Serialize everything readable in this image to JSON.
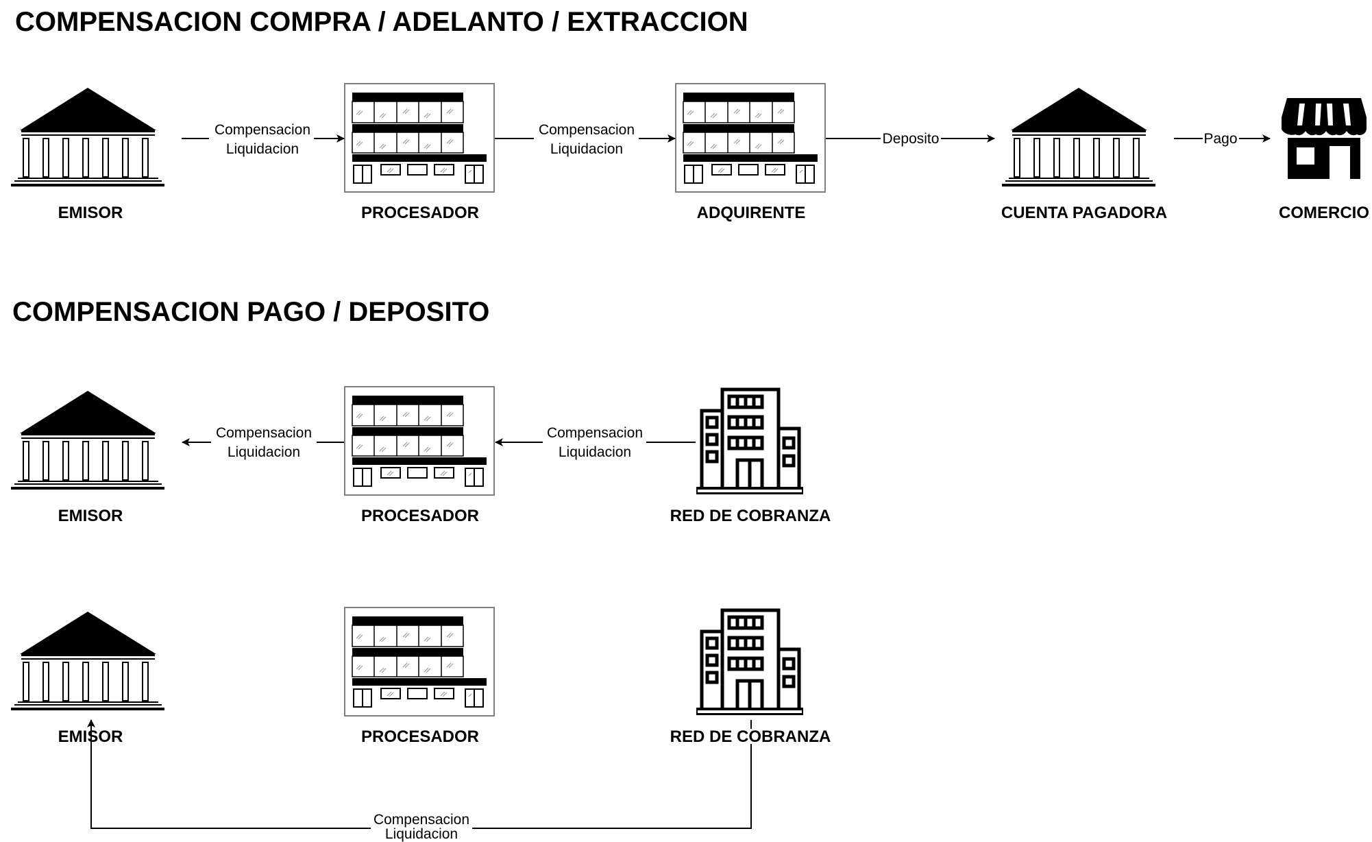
{
  "sections": {
    "top": {
      "title": "COMPENSACION COMPRA / ADELANTO / EXTRACCION"
    },
    "middle": {
      "title": "COMPENSACION PAGO / DEPOSITO"
    }
  },
  "nodes": {
    "r1_emisor": {
      "label": "EMISOR",
      "icon": "bank-icon"
    },
    "r1_procesador": {
      "label": "PROCESADOR",
      "icon": "office-building-icon"
    },
    "r1_adquirente": {
      "label": "ADQUIRENTE",
      "icon": "office-building-icon"
    },
    "r1_cuenta_pagadora": {
      "label": "CUENTA PAGADORA",
      "icon": "bank-icon"
    },
    "r1_comercio": {
      "label": "COMERCIO",
      "icon": "store-icon"
    },
    "r2_emisor": {
      "label": "EMISOR",
      "icon": "bank-icon"
    },
    "r2_procesador": {
      "label": "PROCESADOR",
      "icon": "office-building-icon"
    },
    "r2_red_cobranza": {
      "label": "RED DE COBRANZA",
      "icon": "city-building-icon"
    },
    "r3_emisor": {
      "label": "EMISOR",
      "icon": "bank-icon"
    },
    "r3_procesador": {
      "label": "PROCESADOR",
      "icon": "office-building-icon"
    },
    "r3_red_cobranza": {
      "label": "RED DE COBRANZA",
      "icon": "city-building-icon"
    }
  },
  "edges": {
    "e1": {
      "line1": "Compensacion",
      "line2": "Liquidacion"
    },
    "e2": {
      "line1": "Compensacion",
      "line2": "Liquidacion"
    },
    "e3": {
      "label": "Deposito"
    },
    "e4": {
      "label": "Pago"
    },
    "e5": {
      "line1": "Compensacion",
      "line2": "Liquidacion"
    },
    "e6": {
      "line1": "Compensacion",
      "line2": "Liquidacion"
    },
    "e7": {
      "line1": "Compensacion",
      "line2": "Liquidacion"
    }
  },
  "colors": {
    "ink": "#000000",
    "frame": "#7f7f7f",
    "glass": "#9a9a9a",
    "background": "#ffffff"
  }
}
